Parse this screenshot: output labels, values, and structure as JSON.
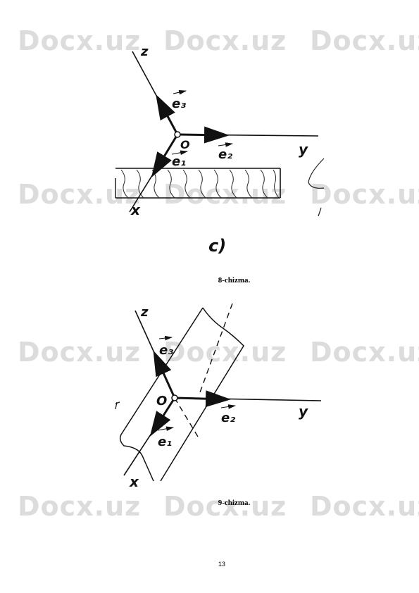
{
  "watermark": {
    "text": "Docx.uz"
  },
  "figure8": {
    "axis_z": "z",
    "axis_y": "y",
    "axis_x": "x",
    "origin": "O",
    "vec_e1": "e₁",
    "vec_e2": "e₂",
    "vec_e3": "e₃",
    "sub_label": "c)",
    "caption": "8-chizma."
  },
  "figure9": {
    "axis_z": "z",
    "axis_y": "y",
    "axis_x": "x",
    "origin": "O",
    "vec_e1": "e₁",
    "vec_e2": "e₂",
    "vec_e3": "e₃",
    "caption": "9-chizma."
  },
  "page_number": "13"
}
